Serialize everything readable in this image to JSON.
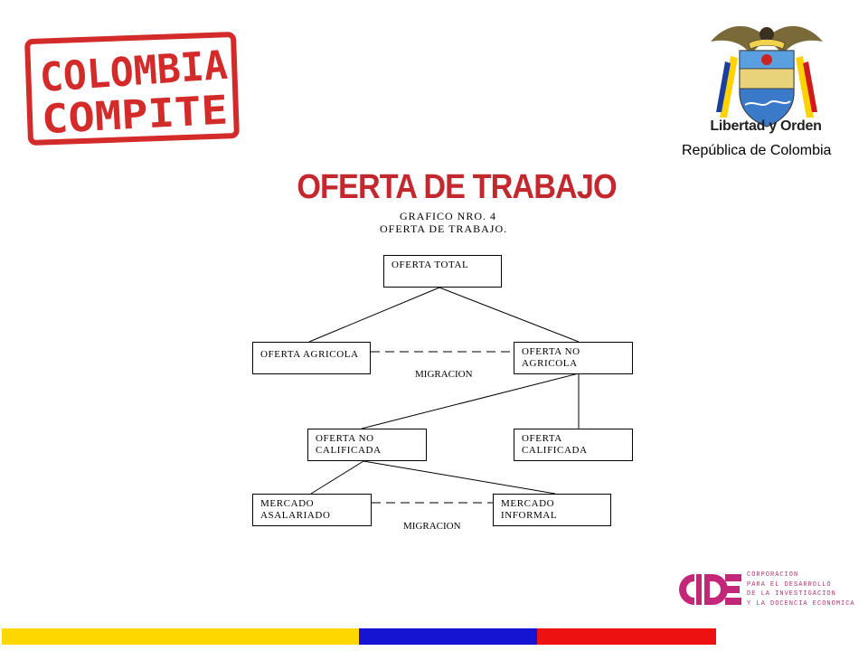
{
  "logo": {
    "line1": "COLOMBIA",
    "line2": "COMPITE",
    "color": "#d32a2a"
  },
  "arms": {
    "motto": "Libertad y Orden",
    "republic": "República de Colombia"
  },
  "title": "OFERTA DE TRABAJO",
  "figure": {
    "caption_line1": "GRAFICO NRO. 4",
    "caption_line2": "OFERTA DE TRABAJO.",
    "nodes": {
      "total": "OFERTA TOTAL",
      "agricola": "OFERTA AGRICOLA",
      "no_agricola": [
        "OFERTA NO",
        "AGRICOLA"
      ],
      "no_calificada": [
        "OFERTA  NO",
        "CALIFICADA"
      ],
      "calificada": [
        "OFERTA",
        "CALIFICADA"
      ],
      "asalariado": [
        "MERCADO",
        "ASALARIADO"
      ],
      "informal": [
        "MERCADO",
        "INFORMAL"
      ]
    },
    "migration_label_1": "MIGRACION",
    "migration_label_2": "MIGRACION"
  },
  "footer_logo": {
    "lines": [
      "CORPORACION",
      "PARA EL DESARROLLO",
      "DE LA INVESTIGACION",
      "Y LA DOCENCIA ECONOMICA"
    ],
    "color": "#c2277a"
  },
  "flag_colors": {
    "yellow": "#ffd700",
    "blue": "#1414d2",
    "red": "#ee1111"
  }
}
